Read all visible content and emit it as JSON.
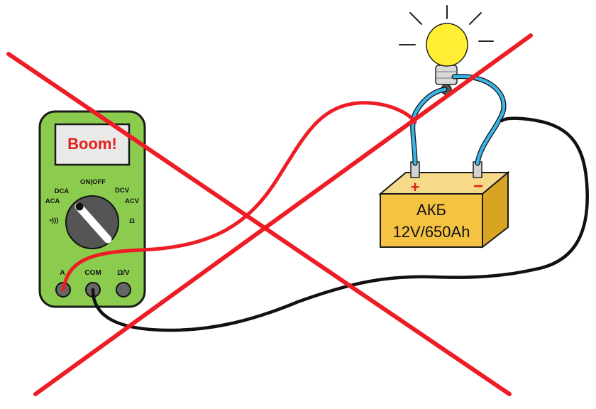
{
  "multimeter": {
    "display": "Boom!",
    "labels": {
      "on_off": "ON|OFF",
      "dca": "DCA",
      "dcv": "DCV",
      "aca": "ACA",
      "acv": "ACV",
      "ohm_dial": "Ω",
      "sound": "•)))"
    },
    "ports": {
      "a": "A",
      "com": "COM",
      "ohm_v": "Ω/V"
    }
  },
  "battery": {
    "name": "АКБ",
    "spec": "12V/650Ah",
    "plus": "+",
    "minus": "−"
  },
  "colors": {
    "multimeter_body": "#8bcc4f",
    "multimeter_display": "#e9e9e9",
    "display_text": "#e0201a",
    "battery_body": "#f5c242",
    "bulb": "#ffee33",
    "wire_red": "#ee1c24",
    "wire_black": "#111111",
    "wire_blue": "#39b5e8",
    "cross": "#ee1c24"
  },
  "icons": [
    "multimeter-icon",
    "dial-knob-icon",
    "battery-icon",
    "light-bulb-icon",
    "cross-out-icon"
  ]
}
